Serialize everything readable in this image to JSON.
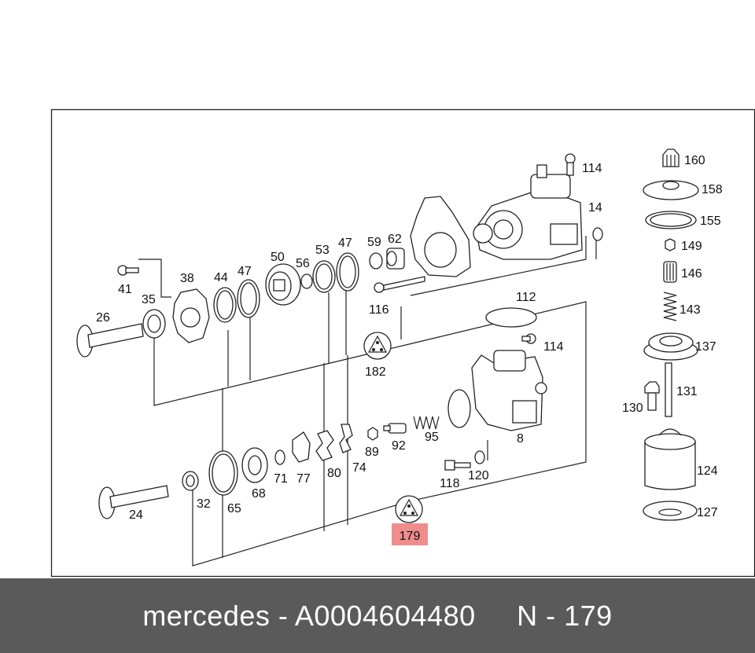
{
  "diagram": {
    "highlight_color": "#f08c8c",
    "frame_color": "#222222",
    "labels": {
      "p114a": "114",
      "p14": "14",
      "p160": "160",
      "p158": "158",
      "p155": "155",
      "p149": "149",
      "p146": "146",
      "p143": "143",
      "p137": "137",
      "p131": "131",
      "p130": "130",
      "p124": "124",
      "p127": "127",
      "p41": "41",
      "p38": "38",
      "p35": "35",
      "p26": "26",
      "p44": "44",
      "p47a": "47",
      "p50": "50",
      "p56": "56",
      "p53": "53",
      "p47b": "47",
      "p59": "59",
      "p62": "62",
      "p116": "116",
      "p112": "112",
      "p114b": "114",
      "p182": "182",
      "p8": "8",
      "p89": "89",
      "p92": "92",
      "p95": "95",
      "p74": "74",
      "p80": "80",
      "p77": "77",
      "p71": "71",
      "p68": "68",
      "p65": "65",
      "p32": "32",
      "p24": "24",
      "p118": "118",
      "p120": "120",
      "p179": "179"
    }
  },
  "footer": {
    "text": "mercedes - A0004604480     N - 179",
    "background": "#5a5a5a"
  }
}
